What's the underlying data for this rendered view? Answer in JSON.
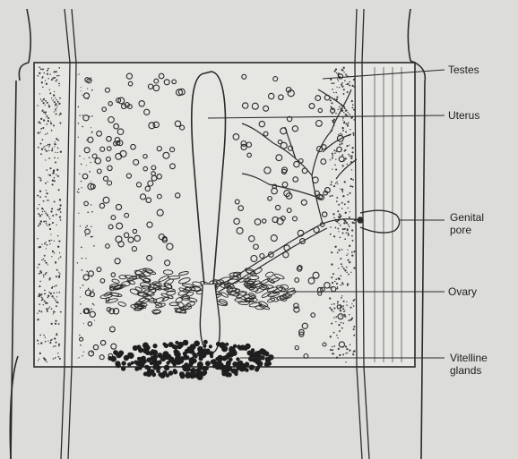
{
  "labels": {
    "testes": "Testes",
    "uterus": "Uterus",
    "genital_pore": "Genital\npore",
    "ovary": "Ovary",
    "vitelline_glands": "Vitelline\nglands"
  },
  "colors": {
    "background": "#dcdcda",
    "ink": "#2a2a2a",
    "segment_fill": "#e6e6e3"
  }
}
